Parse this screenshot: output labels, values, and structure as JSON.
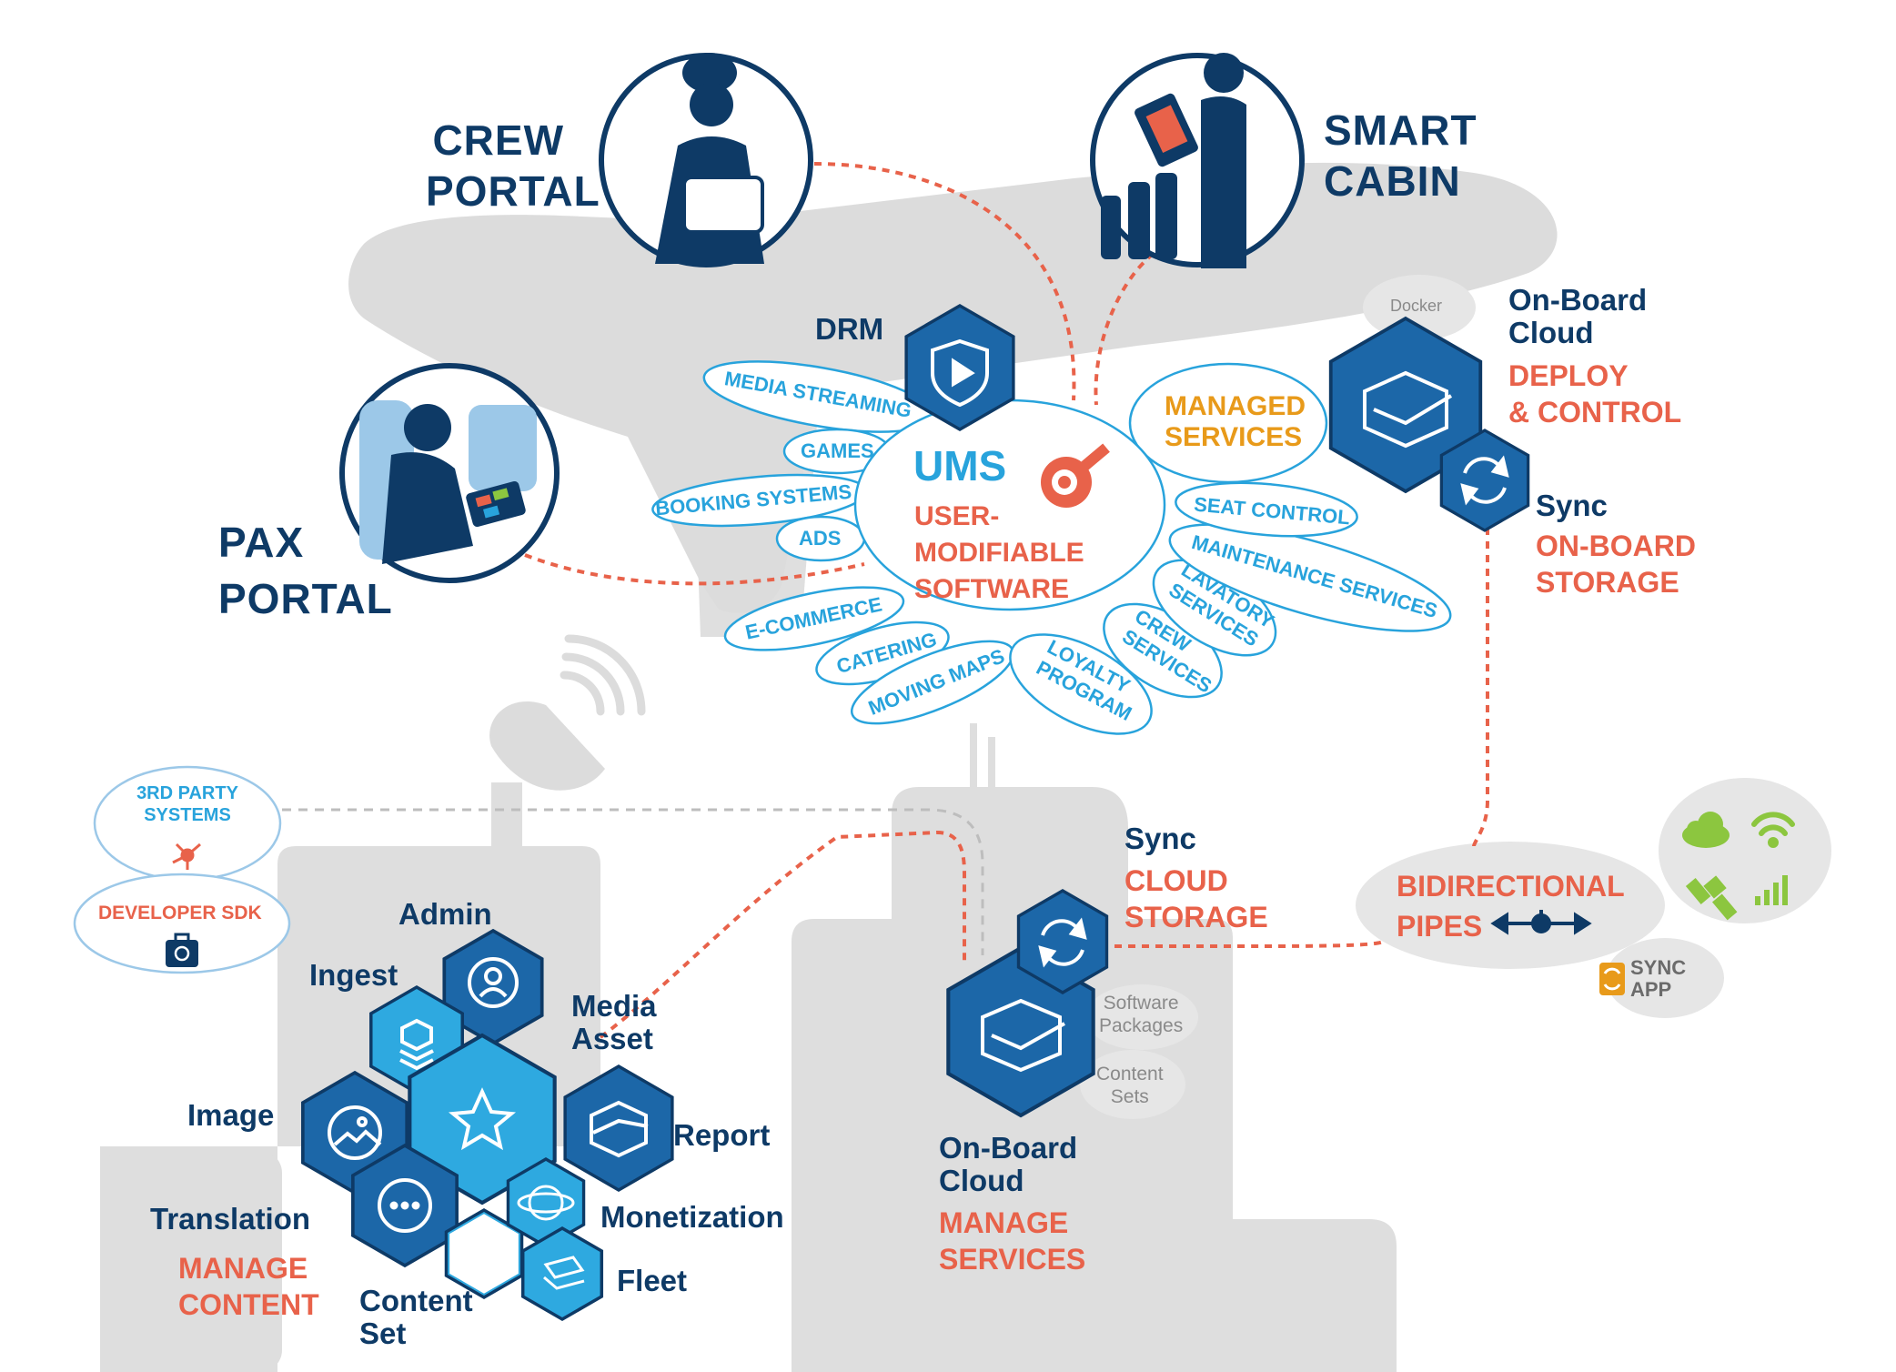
{
  "portals": {
    "crew": [
      "CREW",
      "PORTAL"
    ],
    "smart_cabin": [
      "SMART",
      "CABIN"
    ],
    "pax": [
      "PAX",
      "PORTAL"
    ]
  },
  "ums": {
    "title": "UMS",
    "subtitle": [
      "USER-",
      "MODIFIABLE",
      "SOFTWARE"
    ],
    "managed_services": [
      "MANAGED",
      "SERVICES"
    ]
  },
  "drm_label": "DRM",
  "ums_services": {
    "media_streaming": "MEDIA STREAMING",
    "games": "GAMES",
    "booking_systems": "BOOKING SYSTEMS",
    "ads": "ADS",
    "e_commerce": "E-COMMERCE",
    "catering": "CATERING",
    "moving_maps": "MOVING MAPS",
    "loyalty_program": [
      "LOYALTY",
      "PROGRAM"
    ],
    "crew_services": [
      "CREW",
      "SERVICES"
    ],
    "lavatory_services": [
      "LAVATORY",
      "SERVICES"
    ],
    "maintenance_services": "MAINTENANCE SERVICES",
    "seat_control": "SEAT CONTROL"
  },
  "onboard_top": {
    "docker": "Docker",
    "title": [
      "On-Board",
      "Cloud"
    ],
    "action": [
      "DEPLOY",
      "& CONTROL"
    ],
    "sync": "Sync",
    "sync_action": [
      "ON-BOARD",
      "STORAGE"
    ]
  },
  "external": {
    "third_party": [
      "3RD PARTY",
      "SYSTEMS"
    ],
    "developer_sdk": "DEVELOPER SDK"
  },
  "ground_modules": {
    "admin": "Admin",
    "ingest": "Ingest",
    "media_asset": [
      "Media",
      "Asset"
    ],
    "image": "Image",
    "report": "Report",
    "translation": "Translation",
    "monetization": "Monetization",
    "fleet": "Fleet",
    "content_set": [
      "Content",
      "Set"
    ],
    "action": [
      "MANAGE",
      "CONTENT"
    ]
  },
  "onboard_bottom": {
    "sync": "Sync",
    "sync_action": [
      "CLOUD",
      "STORAGE"
    ],
    "software_packages": [
      "Software",
      "Packages"
    ],
    "content_sets": [
      "Content",
      "Sets"
    ],
    "title": [
      "On-Board",
      "Cloud"
    ],
    "action": [
      "MANAGE",
      "SERVICES"
    ]
  },
  "pipes": {
    "label": [
      "BIDIRECTIONAL",
      "PIPES"
    ],
    "sync_app": [
      "SYNC",
      "APP"
    ]
  },
  "colors": {
    "navy": "#0e3a66",
    "hex_dark": "#1c67a8",
    "hex_mid": "#2a84c4",
    "hex_light": "#2ea9e0",
    "orange": "#e8624a",
    "gold": "#e89a1a",
    "sky": "#28a3dc",
    "grey_shape": "#dedede",
    "green": "#8cc63f"
  },
  "icons": [
    "play-shield-icon",
    "box-check-icon",
    "sync-icon",
    "user-icon",
    "layers-icon",
    "star-icon",
    "image-icon",
    "chart-box-icon",
    "chat-icon",
    "coin-icon",
    "box-stack-icon",
    "plane-icon",
    "network-icon",
    "toolbox-icon",
    "cloud-icon",
    "wifi-icon",
    "satellite-icon",
    "signal-icon",
    "pipe-arrow-icon",
    "satellite-dish-icon",
    "crew-figure-icon",
    "passenger-figure-icon",
    "tablet-figure-icon"
  ]
}
